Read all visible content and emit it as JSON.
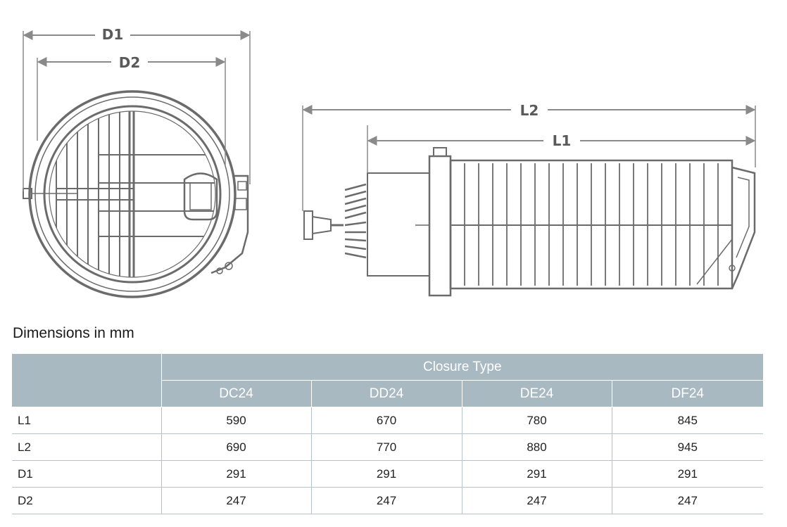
{
  "drawing": {
    "labels": {
      "d1": "D1",
      "d2": "D2",
      "l2": "L2",
      "l1": "L1"
    },
    "colors": {
      "line": "#6b6b6b",
      "dim": "#8a8a8a",
      "text": "#5a5a5a"
    }
  },
  "caption": "Dimensions in mm",
  "table": {
    "group_header": "Closure Type",
    "columns": [
      "DC24",
      "DD24",
      "DE24",
      "DF24"
    ],
    "rows": [
      {
        "label": "L1",
        "values": [
          "590",
          "670",
          "780",
          "845"
        ]
      },
      {
        "label": "L2",
        "values": [
          "690",
          "770",
          "880",
          "945"
        ]
      },
      {
        "label": "D1",
        "values": [
          "291",
          "291",
          "291",
          "291"
        ]
      },
      {
        "label": "D2",
        "values": [
          "247",
          "247",
          "247",
          "247"
        ]
      }
    ],
    "header_color": "#a9b9c2"
  }
}
